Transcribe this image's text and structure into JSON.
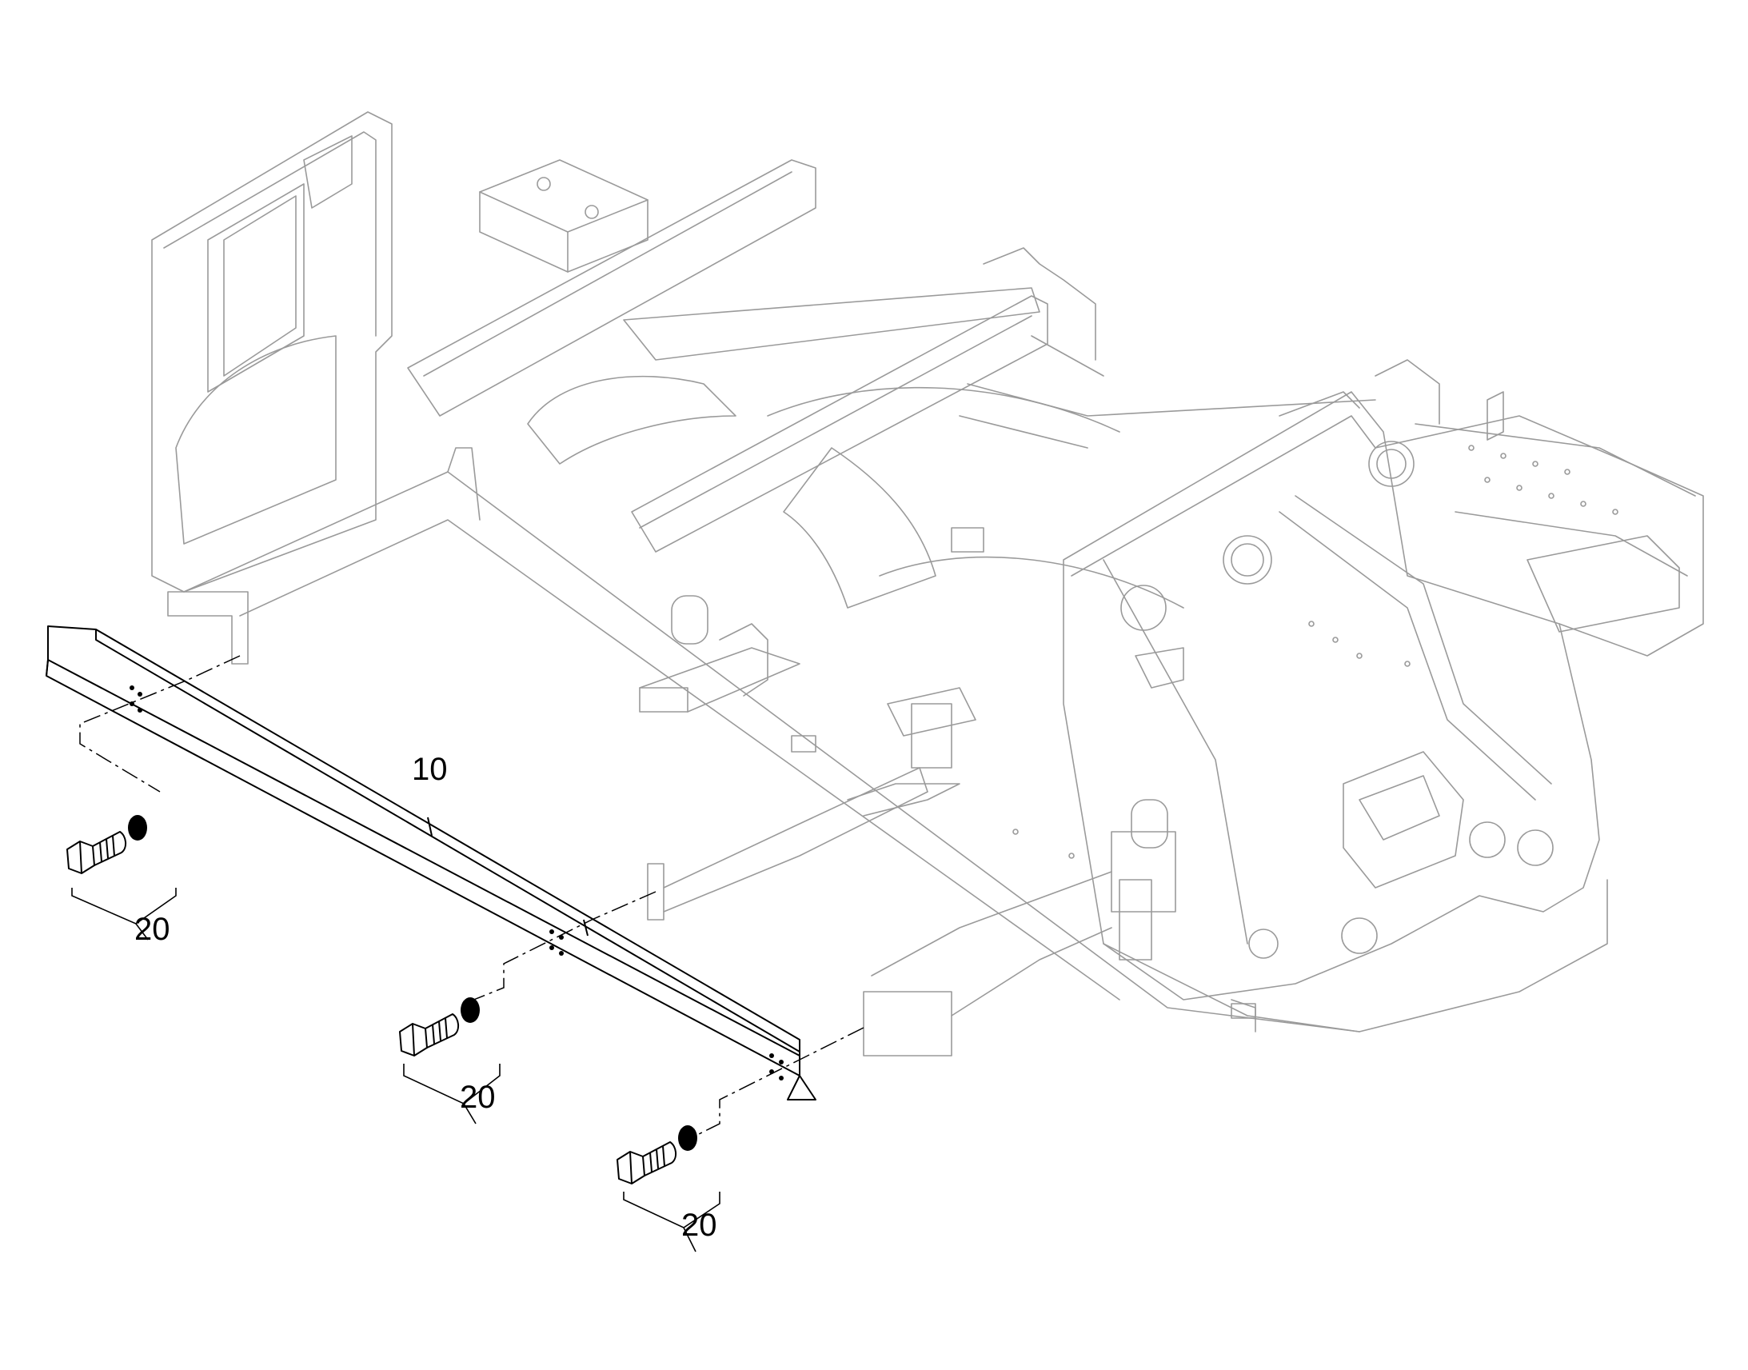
{
  "callouts": {
    "rail": "10",
    "bolt_set_1": "20",
    "bolt_set_2": "20",
    "bolt_set_3": "20"
  }
}
